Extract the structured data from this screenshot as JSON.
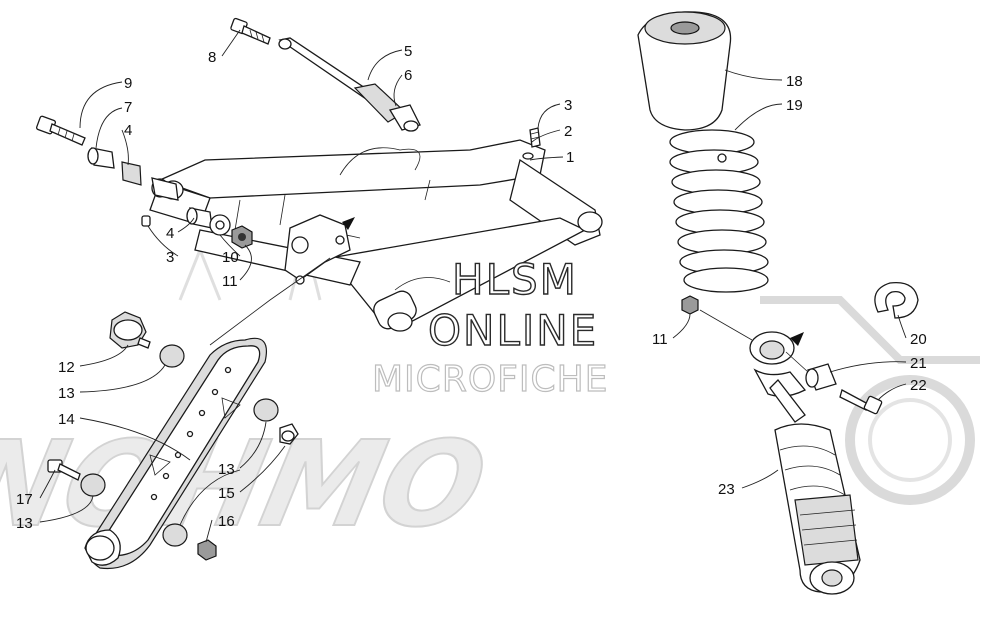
{
  "watermark": {
    "line1": "HLSM",
    "line2": "ONLINE",
    "line3": "MICROFICHE"
  },
  "callouts": {
    "c1": "1",
    "c2": "2",
    "c3a": "3",
    "c3b": "3",
    "c4a": "4",
    "c4b": "4",
    "c5": "5",
    "c6": "6",
    "c7": "7",
    "c8": "8",
    "c9": "9",
    "c10": "10",
    "c11a": "11",
    "c11b": "11",
    "c12": "12",
    "c13a": "13",
    "c13b": "13",
    "c13c": "13",
    "c14": "14",
    "c15": "15",
    "c16": "16",
    "c17": "17",
    "c18": "18",
    "c19": "19",
    "c20": "20",
    "c21": "21",
    "c22": "22",
    "c23": "23"
  }
}
